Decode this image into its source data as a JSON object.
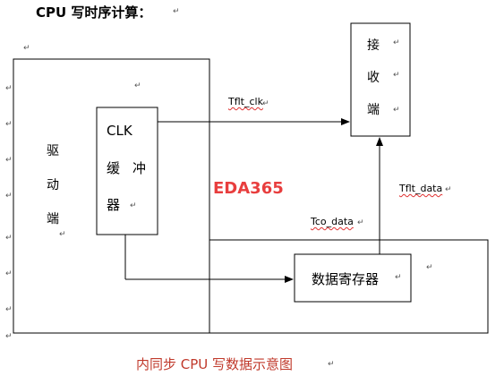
{
  "heading": "CPU 写时序计算：",
  "caption": "内同步 CPU 写数据示意图",
  "blocks": {
    "driver": [
      "驱",
      "动",
      "端"
    ],
    "receiver": [
      "接",
      "收",
      "端"
    ],
    "clk_buffer": {
      "line1": "CLK",
      "line2a": "缓",
      "line2b": "冲",
      "line3": "器"
    },
    "data_register": "数据寄存器"
  },
  "signals": {
    "tflt_clk": "Tflt_clk",
    "tflt_data": "Tflt_data",
    "tco_data": "Tco_data"
  },
  "watermark": "EDA365",
  "paragraph_mark": "↵",
  "colors": {
    "line": "#000000",
    "watermark": "#e83e3e",
    "caption": "#c0392b",
    "squiggle": "#e03030"
  }
}
